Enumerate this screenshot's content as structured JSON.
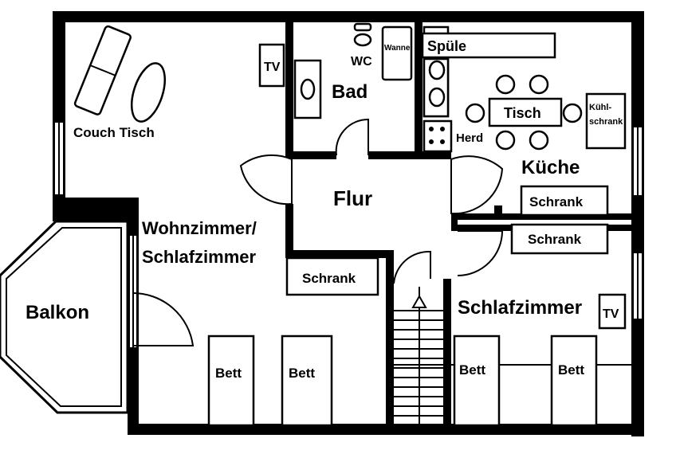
{
  "rooms": {
    "living_line1": "Wohnzimmer/",
    "living_line2": "Schlafzimmer",
    "bathroom": "Bad",
    "kitchen": "Küche",
    "hallway": "Flur",
    "bedroom": "Schlafzimmer",
    "balcony": "Balkon"
  },
  "furniture": {
    "couch_table": "Couch Tisch",
    "tv_living": "TV",
    "wc": "WC",
    "bathtub": "Wanne",
    "sink": "Spüle",
    "table": "Tisch",
    "fridge_line1": "Kühl-",
    "fridge_line2": "schrank",
    "stove": "Herd",
    "cabinet_kitchen": "Schrank",
    "cabinet_bedroom": "Schrank",
    "cabinet_living": "Schrank",
    "tv_bedroom": "TV",
    "bed_living_1": "Bett",
    "bed_living_2": "Bett",
    "bed_bedroom_1": "Bett",
    "bed_bedroom_2": "Bett"
  }
}
